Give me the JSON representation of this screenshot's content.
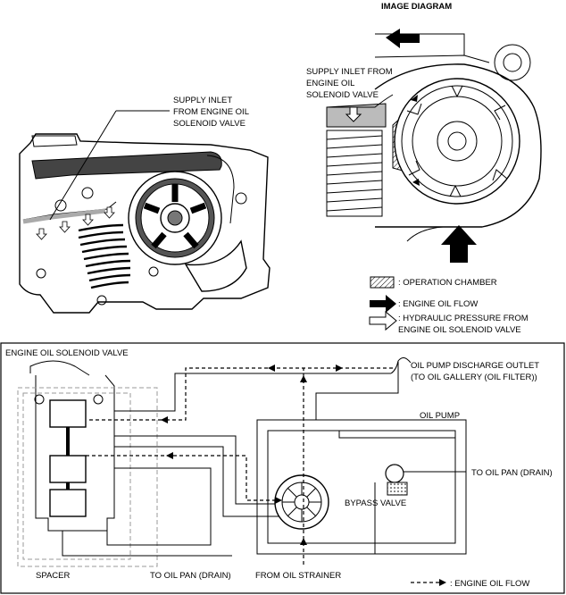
{
  "top_left": {
    "supply_inlet_label": [
      "SUPPLY INLET",
      "FROM ENGINE OIL",
      "SOLENOID VALVE"
    ]
  },
  "image_diagram": {
    "title": "IMAGE DIAGRAM",
    "supply_inlet_label": [
      "SUPPLY INLET FROM",
      "ENGINE OIL",
      "SOLENOID VALVE"
    ]
  },
  "legend_top": {
    "items": [
      {
        "icon": "hatched-box-icon",
        "text": ": OPERATION CHAMBER"
      },
      {
        "icon": "black-arrow-icon",
        "text": ": ENGINE OIL FLOW"
      },
      {
        "icon": "hollow-arrow-icon",
        "text": ": HYDRAULIC PRESSURE FROM"
      }
    ],
    "hydraulic_line2": "ENGINE OIL SOLENOID VALVE"
  },
  "bottom": {
    "solenoid_label": "ENGINE OIL SOLENOID VALVE",
    "discharge_line1": "OIL PUMP DISCHARGE OUTLET",
    "discharge_line2": "(TO OIL GALLERY (OIL FILTER))",
    "oil_pump_label": "OIL PUMP",
    "drain_right": "TO OIL PAN (DRAIN)",
    "bypass_label": "BYPASS VALVE",
    "spacer_label": "SPACER",
    "drain_bottom": "TO OIL PAN (DRAIN)",
    "strainer_label": "FROM OIL STRAINER",
    "legend_flow": ": ENGINE OIL FLOW"
  }
}
